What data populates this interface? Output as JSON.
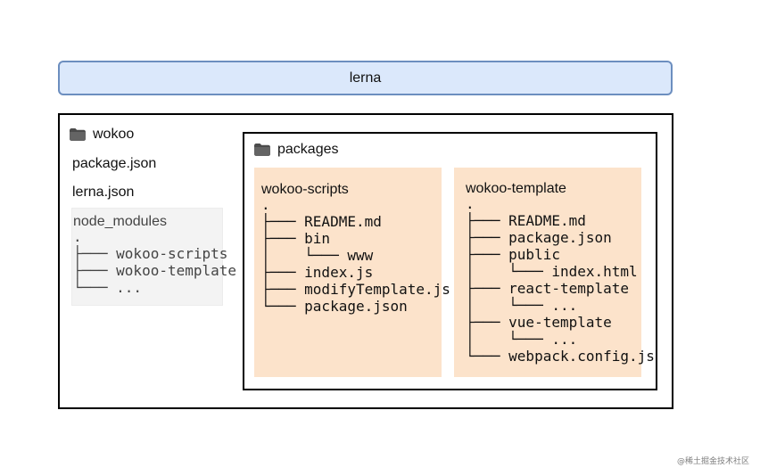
{
  "diagram": {
    "top_bar": {
      "label": "lerna"
    },
    "root": {
      "folder_name": "wokoo",
      "files": [
        "package.json",
        "lerna.json"
      ],
      "node_modules": {
        "title": "node_modules",
        "tree": ".\n├─── wokoo-scripts\n├─── wokoo-template\n└─── ..."
      }
    },
    "packages": {
      "folder_name": "packages",
      "left_panel": {
        "title": "wokoo-scripts",
        "tree": ".\n├─── README.md\n├─── bin\n│    └─── www\n├─── index.js\n├─── modifyTemplate.js\n└─── package.json"
      },
      "right_panel": {
        "title": "wokoo-template",
        "tree": ".\n├─── README.md\n├─── package.json\n├─── public\n│    └─── index.html\n├─── react-template\n│    └─── ...\n├─── vue-template\n│    └─── ...\n└─── webpack.config.js"
      }
    },
    "watermark": "@稀土掘金技术社区",
    "colors": {
      "top_bar_fill": "#dbe8fb",
      "top_bar_stroke": "#6c8ebf",
      "panel_fill": "#fce3cb",
      "node_modules_fill": "#f3f3f3"
    },
    "icons": {
      "folder": "folder-icon"
    }
  }
}
